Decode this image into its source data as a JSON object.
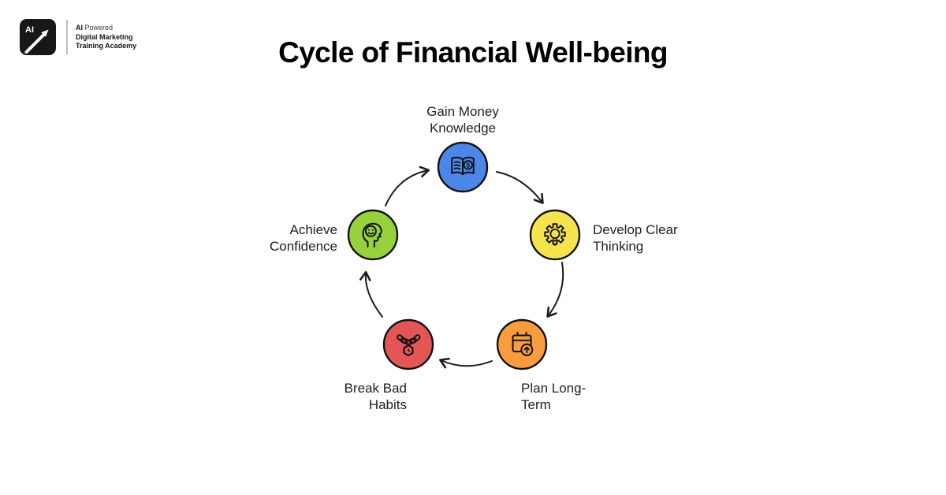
{
  "page": {
    "background_color": "#ffffff"
  },
  "header": {
    "logo": {
      "badge_text": "AI",
      "brand_line1_bold": "AI",
      "brand_line1_regular": "Powered",
      "brand_line2": "Digital Marketing",
      "brand_line3": "Training Academy"
    },
    "title": "Cycle of Financial Well-being"
  },
  "diagram": {
    "flow_direction": "clockwise",
    "arrow_color": "#1a1a1a",
    "outline_color": "#111111",
    "icon_glyphs": {
      "dollar": "$"
    },
    "nodes": [
      {
        "id": "gain-money-knowledge",
        "label": "Gain Money Knowledge",
        "label_lines": [
          "Gain Money",
          "Knowledge"
        ],
        "icon": "open-book-dollar-icon",
        "color": "#4C86E8"
      },
      {
        "id": "develop-clear-thinking",
        "label": "Develop Clear Thinking",
        "label_lines": [
          "Develop Clear",
          "Thinking"
        ],
        "icon": "gear-lightbulb-icon",
        "color": "#F6E44E"
      },
      {
        "id": "plan-long-term",
        "label": "Plan Long-Term",
        "label_lines": [
          "Plan Long-",
          "Term"
        ],
        "icon": "calendar-growth-icon",
        "color": "#F89C3E"
      },
      {
        "id": "break-bad-habits",
        "label": "Break Bad Habits",
        "label_lines": [
          "Break Bad",
          "Habits"
        ],
        "icon": "broken-chain-clock-icon",
        "color": "#E25755"
      },
      {
        "id": "achieve-confidence",
        "label": "Achieve Confidence",
        "label_lines": [
          "Achieve",
          "Confidence"
        ],
        "icon": "head-smile-icon",
        "color": "#97D23C"
      }
    ]
  }
}
